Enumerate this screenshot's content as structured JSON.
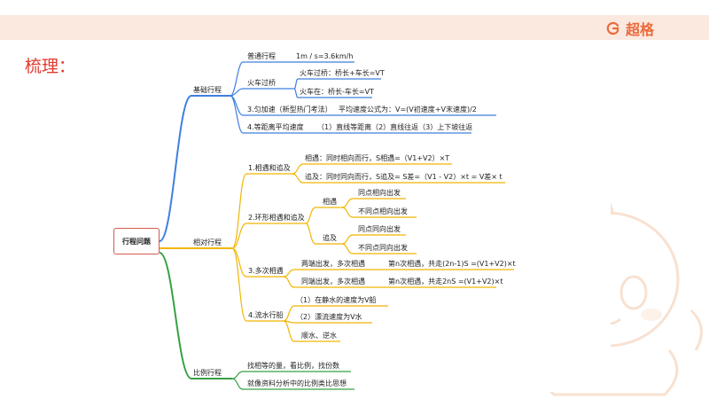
{
  "header": {
    "logo_text": "超格",
    "accent": "#ec6a3b",
    "bar_color": "#fbe9df"
  },
  "heading": "梳理：",
  "mindmap": {
    "root": "行程问题",
    "branch_colors": {
      "basic": "#3f7fde",
      "relative": "#f2b500",
      "ratio": "#37a043"
    },
    "basic": {
      "label": "基础行程",
      "putong": "普通行程",
      "putong_formula": "1m / s=3.6km/h",
      "huoche": "火车过桥",
      "huoche_a": "火车过桥：桥长+车长=VT",
      "huoche_b": "火车在：桥长-车长=VT",
      "jiasu": "3.匀加速（新型热门考法）",
      "jiasu_formula": "平均速度公式为：V=(V初速度+V末速度)/2",
      "dengju": "4.等距离平均速度",
      "dengju_cases": "（1）直线等距离（2）直线往返（3）上下坡往返"
    },
    "relative": {
      "label": "相对行程",
      "r1": "1.相遇和追及",
      "r1_meet": "相遇：同时相向而行，S相遇=（V1+V2）×T",
      "r1_chase": "追及：同时同向而行，S追及= S差=（V1 - V2）×t = V差× t",
      "r2": "2.环形相遇和追及",
      "r2_meet": "相遇",
      "r2_meet_a": "同点相向出发",
      "r2_meet_b": "不同点相向出发",
      "r2_chase": "追及",
      "r2_chase_a": "同点同向出发",
      "r2_chase_b": "不同点同向出发",
      "r3": "3.多次相遇",
      "r3_a": "两端出发，多次相遇",
      "r3_a_formula": "第n次相遇，共走(2n-1)S =(V1+V2)×t",
      "r3_b": "同端出发，多次相遇",
      "r3_b_formula": "第n次相遇，共走2nS =(V1+V2)×t",
      "r4": "4.流水行船",
      "r4_a": "（1）在静水的速度为V船",
      "r4_b": "（2）漂流速度为V水",
      "r4_c": "顺水、逆水"
    },
    "ratio": {
      "label": "比例行程",
      "a": "找相等的量，看比例，找份数",
      "b": "就像资料分析中的比例类比思想"
    }
  }
}
